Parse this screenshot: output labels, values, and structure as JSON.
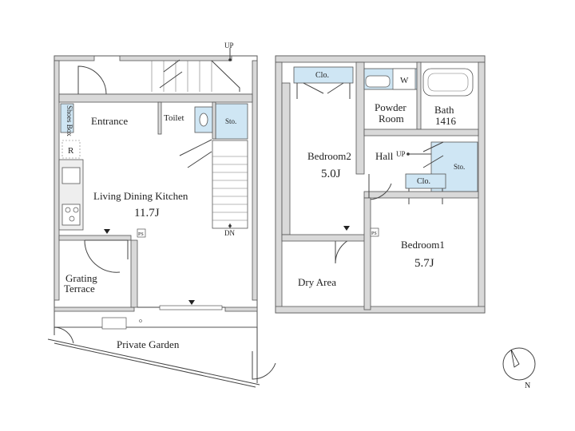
{
  "colors": {
    "storage_fill": "#cfe6f4",
    "wall_fill": "#d9d9d9",
    "line": "#444444"
  },
  "floor1": {
    "up_label": "UP",
    "entrance": "Entrance",
    "toilet": "Toilet",
    "storage": "Sto.",
    "shoes_box": "Shoes Box",
    "refrigerator": "R",
    "ldk": "Living Dining Kitchen",
    "ldk_size": "11.7J",
    "dn_label": "DN",
    "ps_label": "PS",
    "grating_terrace_line1": "Grating",
    "grating_terrace_line2": "Terrace",
    "private_garden": "Private Garden"
  },
  "floor2": {
    "closet1": "Clo.",
    "washer": "W",
    "powder_room_line1": "Powder",
    "powder_room_line2": "Room",
    "bath_line1": "Bath",
    "bath_line2": "1416",
    "bedroom2": "Bedroom2",
    "bedroom2_size": "5.0J",
    "hall": "Hall",
    "up_label": "UP",
    "storage": "Sto.",
    "closet2": "Clo.",
    "bedroom1": "Bedroom1",
    "bedroom1_size": "5.7J",
    "dry_area": "Dry Area",
    "ps_label": "PS"
  },
  "compass": {
    "north_label": "N",
    "icon": "north-arrow-icon"
  }
}
